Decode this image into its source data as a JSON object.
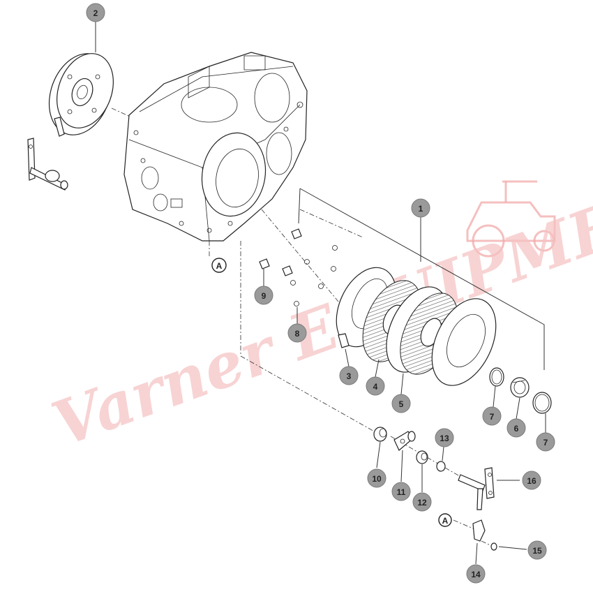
{
  "callouts": [
    {
      "id": "c1",
      "label": "1"
    },
    {
      "id": "c2",
      "label": "2"
    },
    {
      "id": "c3",
      "label": "3"
    },
    {
      "id": "c4",
      "label": "4"
    },
    {
      "id": "c5",
      "label": "5"
    },
    {
      "id": "c6",
      "label": "6"
    },
    {
      "id": "c7a",
      "label": "7"
    },
    {
      "id": "c7b",
      "label": "7"
    },
    {
      "id": "c8",
      "label": "8"
    },
    {
      "id": "c9",
      "label": "9"
    },
    {
      "id": "c10",
      "label": "10"
    },
    {
      "id": "c11",
      "label": "11"
    },
    {
      "id": "c12",
      "label": "12"
    },
    {
      "id": "c13",
      "label": "13"
    },
    {
      "id": "c14",
      "label": "14"
    },
    {
      "id": "c15",
      "label": "15"
    },
    {
      "id": "c16",
      "label": "16"
    }
  ],
  "references": {
    "ref_a1": "A",
    "ref_a2": "A"
  },
  "watermark": {
    "text": "Varner EQUIPMENT"
  },
  "colors": {
    "callout_fill": "#9a9a9a",
    "watermark": "#f2a9a9"
  }
}
